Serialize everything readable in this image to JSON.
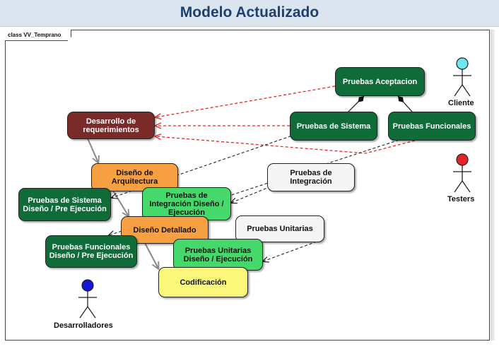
{
  "header": {
    "title": "Modelo Actualizado"
  },
  "diagram": {
    "frame_label": "class VV_Temprano",
    "nodes": {
      "pruebas_aceptacion": "Pruebas Aceptacion",
      "pruebas_de_sistema": "Pruebas de Sistema",
      "pruebas_funcionales": "Pruebas Funcionales",
      "desarrollo_requerimientos": "Desarrollo de requerimientos",
      "diseno_arquitectura": "Diseño de Arquitectura",
      "pruebas_integracion": "Pruebas de Integración",
      "pruebas_sistema_diseno": "Pruebas de Sistema Diseño / Pre Ejecución",
      "pruebas_integracion_diseno": "Pruebas de Integración Diseño / Ejecución",
      "diseno_detallado": "Diseño Detallado",
      "pruebas_unitarias": "Pruebas Unitarias",
      "pruebas_funcionales_diseno": "Pruebas Funcionales Diseño / Pre Ejecución",
      "pruebas_unitarias_diseno": "Pruebas Unitarias Diseño / Ejecución",
      "codificacion": "Codificación"
    },
    "actors": {
      "cliente": "Cliente",
      "testers": "Testers",
      "desarrolladores": "Desarrolladores"
    },
    "colors": {
      "dark_green": "#0f6b37",
      "light_green": "#45d86a",
      "maroon": "#7b2a2a",
      "orange": "#f6a041",
      "yellow": "#fbf77a",
      "trace_red": "#e8262a",
      "cliente_head": "#6ee8f0",
      "testers_head": "#e5212a",
      "desarrolladores_head": "#1515d8"
    }
  }
}
